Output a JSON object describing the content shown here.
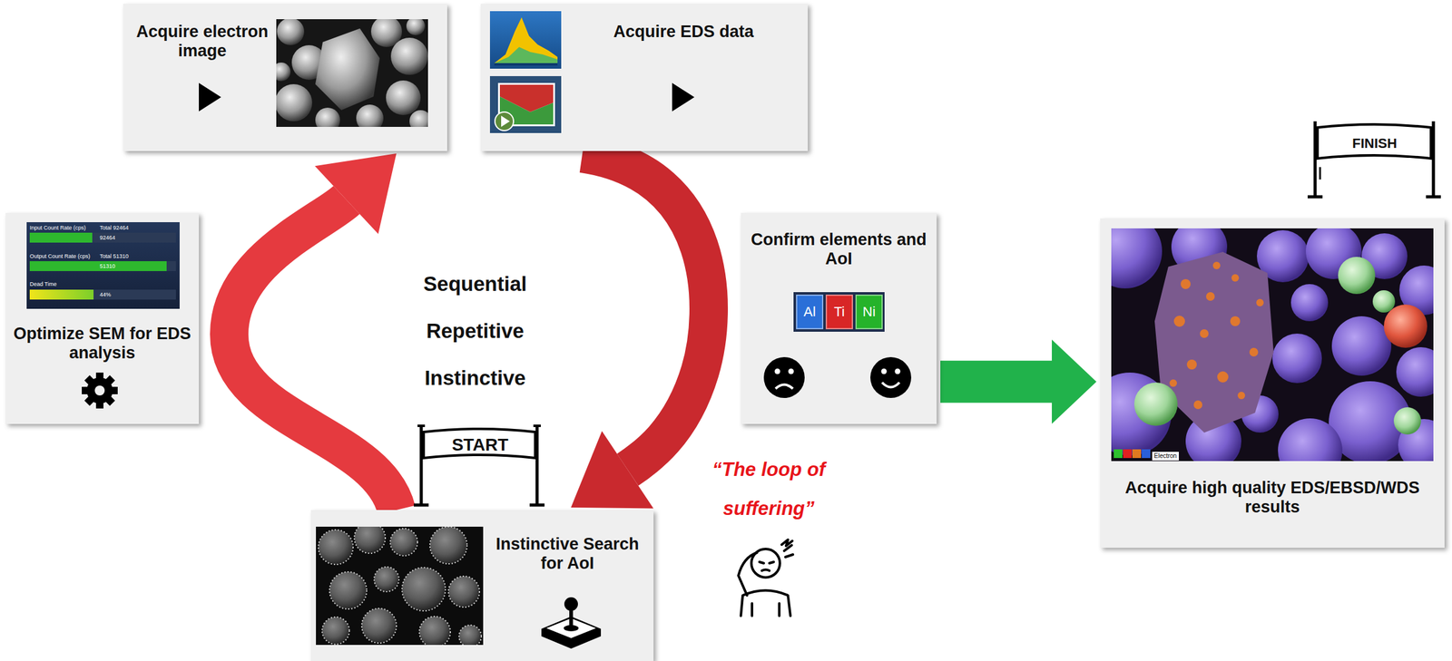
{
  "diagram": {
    "nodes": [
      {
        "text": [
          "Acquire electron image"
        ]
      },
      {
        "text": [
          "Acquire EDS data"
        ]
      },
      {
        "text": [
          "Optimize SEM for EDS analysis"
        ]
      },
      {
        "text": [
          "Confirm elements and AoI"
        ]
      },
      {
        "text": [
          "Al"
        ],
        "in": 3
      },
      {
        "text": [
          "Ti"
        ],
        "in": 3
      },
      {
        "text": [
          "Ni"
        ],
        "in": 3
      },
      {
        "text": [
          "Instinctive Search for AoI"
        ]
      },
      {
        "text": [
          "Acquire high quality EDS/EBSD/WDS results"
        ]
      }
    ],
    "edges": [
      {
        "from": 7,
        "to": 0,
        "arrow": "to"
      },
      {
        "from": 1,
        "to": 7,
        "arrow": "to"
      },
      {
        "from": 3,
        "to": 8,
        "arrow": "to"
      }
    ],
    "labels": [
      "Sequential",
      "Repetitive",
      "Instinctive",
      "START",
      "FINISH",
      "“The loop of suffering”",
      "Input Count Rate (cps)",
      "Total 92464",
      "92464",
      "Output Count Rate (cps)",
      "Total 51310",
      "51310",
      "Dead Time",
      "44%",
      "Electron"
    ]
  }
}
